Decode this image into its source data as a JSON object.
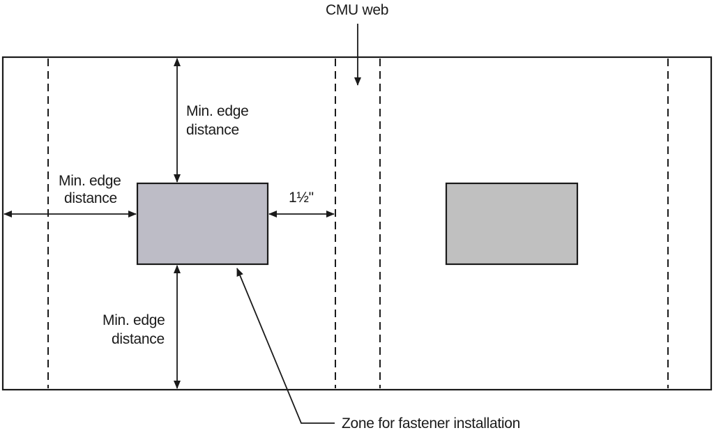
{
  "diagram": {
    "labels": {
      "cmu_web": "CMU web",
      "min_edge_top_line1": "Min. edge",
      "min_edge_top_line2": "distance",
      "min_edge_left_line1": "Min. edge",
      "min_edge_left_line2": "distance",
      "gap_dimension": "1½\"",
      "min_edge_bottom_line1": "Min. edge",
      "min_edge_bottom_line2": "distance",
      "zone_callout": "Zone for fastener installation"
    },
    "colors": {
      "outline": "#1a1a1a",
      "zone_fill_left": "#bdbcc6",
      "zone_fill_right": "#c0c0c0",
      "background": "#ffffff"
    }
  }
}
